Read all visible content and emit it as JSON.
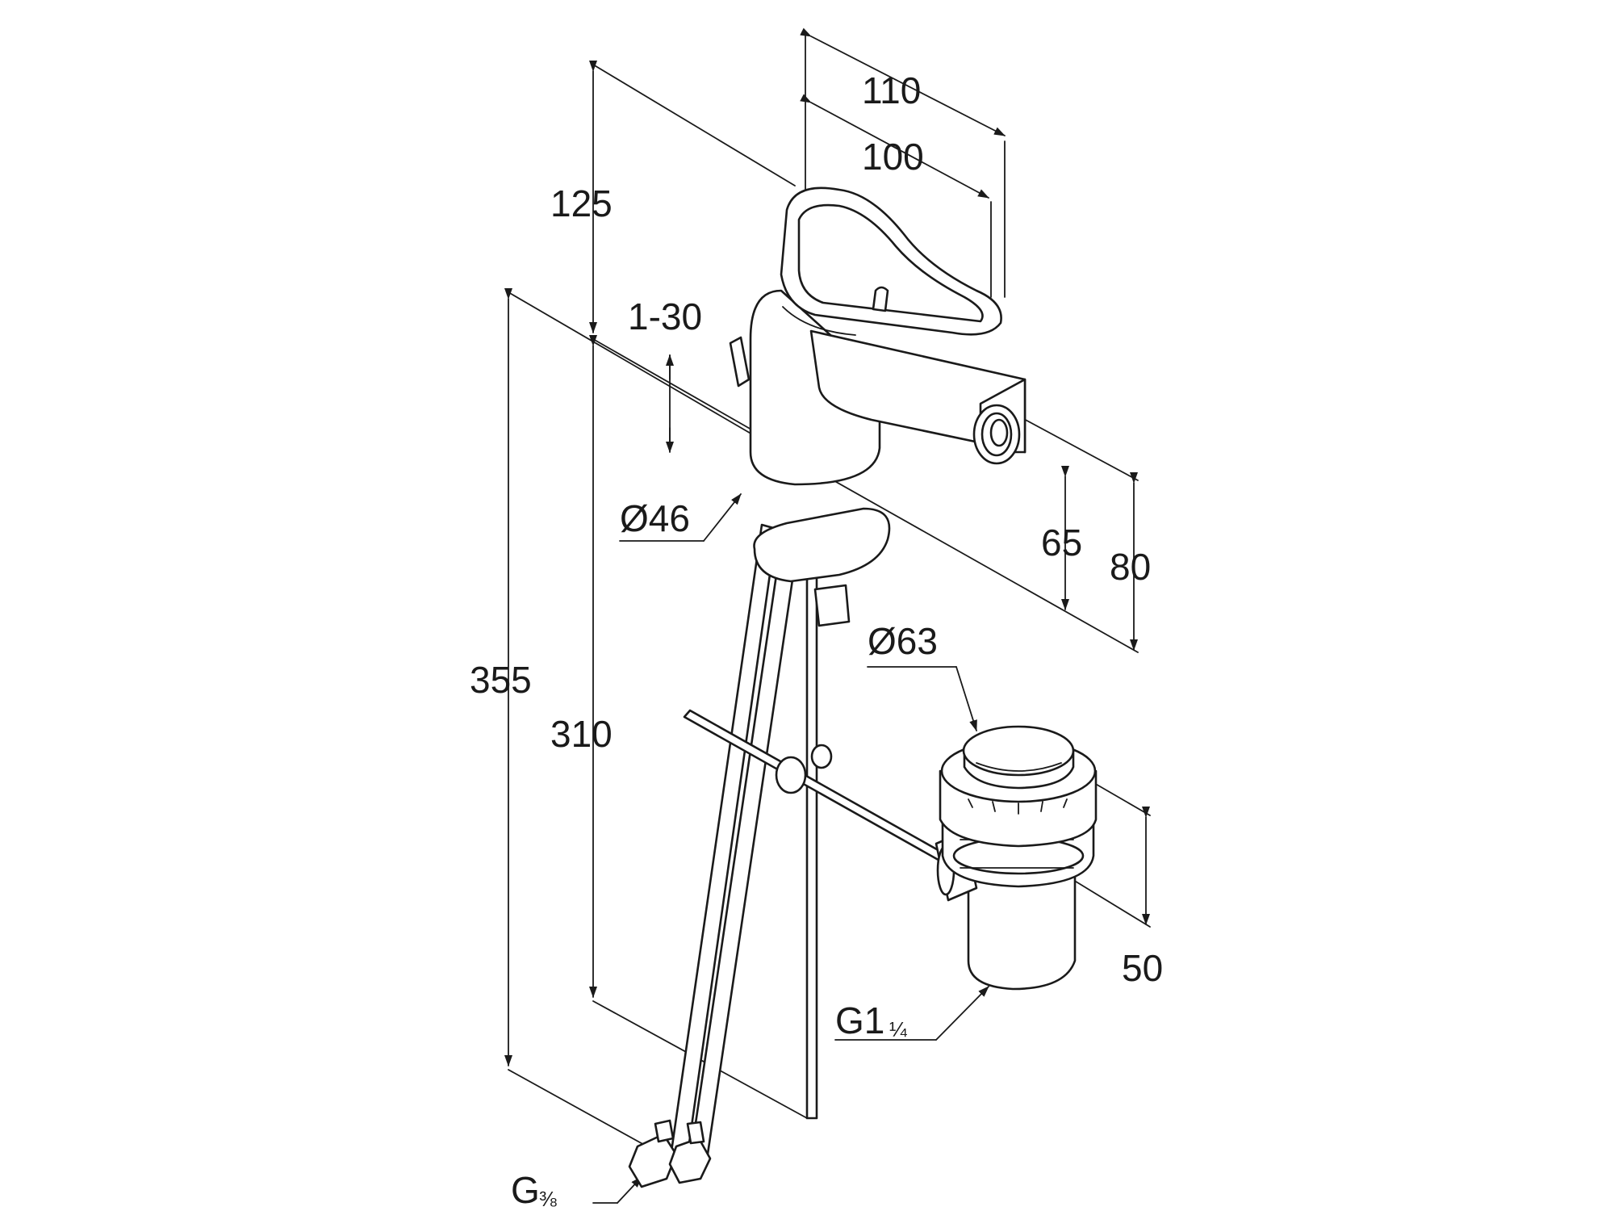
{
  "labels": {
    "d110": "110",
    "d100": "100",
    "d125": "125",
    "d1_30": "1-30",
    "d46": "Ø46",
    "d65": "65",
    "d80": "80",
    "d63": "Ø63",
    "d355": "355",
    "d310": "310",
    "d50": "50",
    "g114_main": "G1",
    "g114_frac": "¼",
    "g38_main": "G",
    "g38_frac": "⅜"
  }
}
